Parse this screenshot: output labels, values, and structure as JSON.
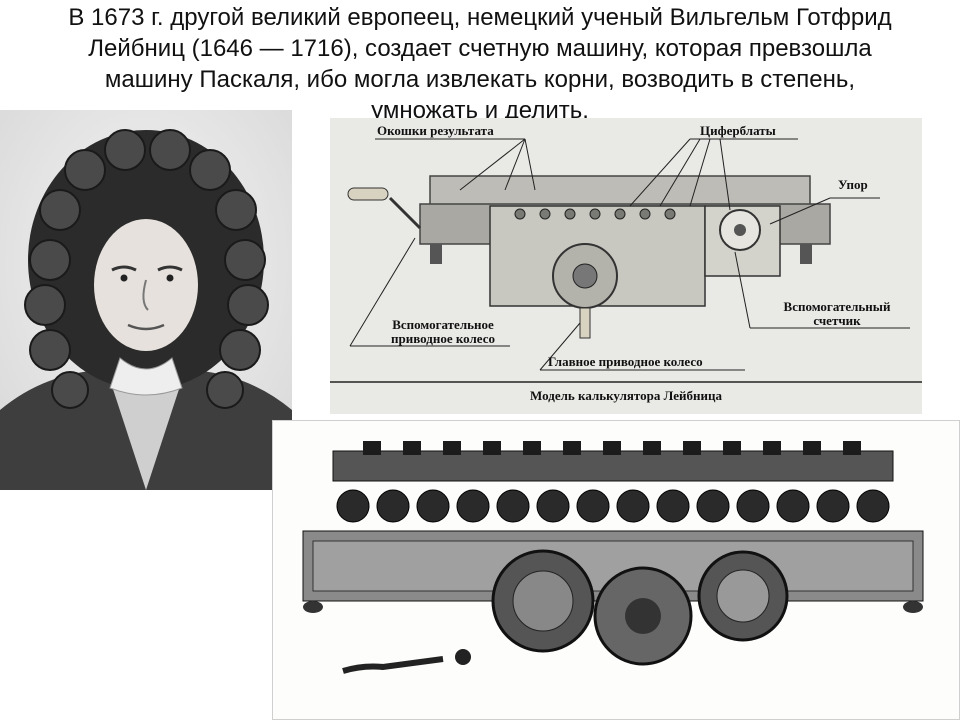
{
  "slide": {
    "title_lines": [
      "В 1673 г. другой великий европеец, немецкий ученый Вильгельм Готфрид",
      "Лейбниц (1646 — 1716), создает счетную машину, которая превзошла",
      "машину Паскаля, ибо могла извлекать корни, возводить в степень,",
      "умножать и делить."
    ]
  },
  "diagram": {
    "labels": {
      "result_windows": "Окошки результата",
      "dials": "Циферблаты",
      "stop": "Упор",
      "aux_counter_1": "Вспомогательный",
      "aux_counter_2": "счетчик",
      "aux_wheel_1": "Вспомогательное",
      "aux_wheel_2": "приводное колесо",
      "main_wheel": "Главное приводное колесо"
    },
    "caption": "Модель калькулятора Лейбница"
  }
}
